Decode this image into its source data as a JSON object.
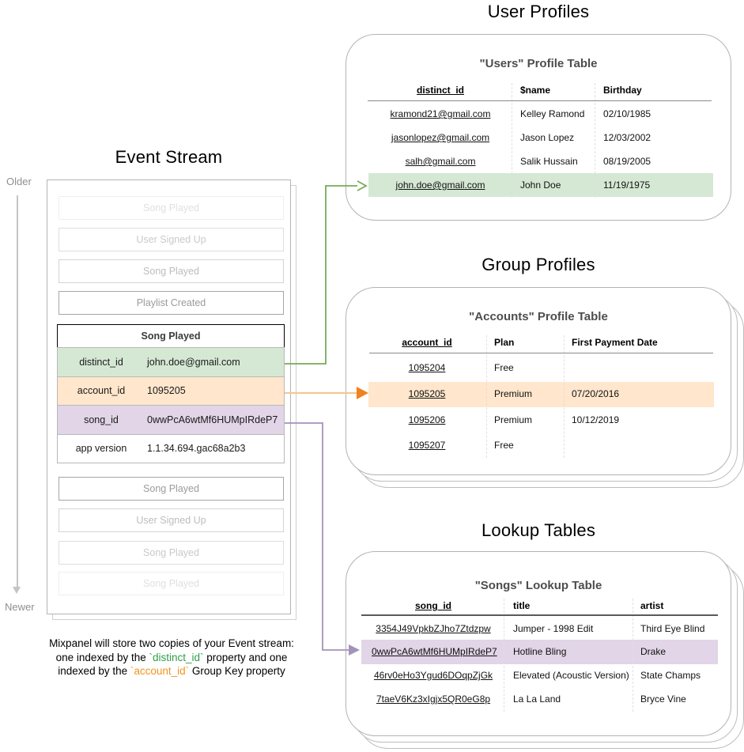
{
  "colors": {
    "green_bg": "#d5e8d4",
    "orange_bg": "#ffe6cc",
    "purple_bg": "#e1d5e7",
    "green_line": "#76ab59",
    "orange_line": "#f3c892",
    "orange_head": "#f08220",
    "purple_line": "#a393b8",
    "caption_green": "#2e9e49",
    "caption_orange": "#f2931e"
  },
  "event_stream": {
    "title": "Event Stream",
    "older_label": "Older",
    "newer_label": "Newer",
    "events_before": [
      "Song Played",
      "User Signed Up",
      "Song Played",
      "Playlist Created"
    ],
    "expanded": {
      "header": "Song Played",
      "rows": [
        {
          "key": "distinct_id",
          "value": "john.doe@gmail.com"
        },
        {
          "key": "account_id",
          "value": "1095205"
        },
        {
          "key": "song_id",
          "value": "0wwPcA6wtMf6HUMpIRdeP7"
        },
        {
          "key": "app version",
          "value": "1.1.34.694.gac68a2b3"
        }
      ]
    },
    "events_after": [
      "Song Played",
      "User Signed Up",
      "Song Played",
      "Song Played"
    ]
  },
  "user_profiles": {
    "section_title": "User Profiles",
    "card_title": "\"Users\" Profile Table",
    "col1": "distinct_id",
    "col2": "$name",
    "col3": "Birthday",
    "rows": [
      {
        "id": "kramond21@gmail.com",
        "name": "Kelley Ramond",
        "birthday": "02/10/1985"
      },
      {
        "id": "jasonlopez@gmail.com",
        "name": "Jason Lopez",
        "birthday": "12/03/2002"
      },
      {
        "id": "salh@gmail.com",
        "name": "Salik Hussain",
        "birthday": "08/19/2005"
      },
      {
        "id": "john.doe@gmail.com",
        "name": "John Doe",
        "birthday": "11/19/1975"
      }
    ]
  },
  "group_profiles": {
    "section_title": "Group Profiles",
    "card_title": "\"Accounts\" Profile Table",
    "col1": "account_id",
    "col2": "Plan",
    "col3": "First Payment Date",
    "rows": [
      {
        "id": "1095204",
        "plan": "Free",
        "first_payment": ""
      },
      {
        "id": "1095205",
        "plan": "Premium",
        "first_payment": "07/20/2016"
      },
      {
        "id": "1095206",
        "plan": "Premium",
        "first_payment": "10/12/2019"
      },
      {
        "id": "1095207",
        "plan": "Free",
        "first_payment": ""
      }
    ]
  },
  "lookup_tables": {
    "section_title": "Lookup Tables",
    "card_title": "\"Songs\" Lookup Table",
    "col1": "song_id",
    "col2": "title",
    "col3": "artist",
    "rows": [
      {
        "id": "3354J49VpkbZJho7Ztdzpw",
        "title": "Jumper - 1998 Edit",
        "artist": "Third Eye Blind"
      },
      {
        "id": "0wwPcA6wtMf6HUMpIRdeP7",
        "title": "Hotline Bling",
        "artist": "Drake"
      },
      {
        "id": "46rv0eHo3Ygud6DOqpZjGk",
        "title": "Elevated (Acoustic Version)",
        "artist": "State Champs"
      },
      {
        "id": "7taeV6Kz3xIgjx5QR0eG8p",
        "title": "La La Land",
        "artist": "Bryce Vine"
      }
    ]
  },
  "caption": {
    "line1": "Mixpanel will store two copies of your Event stream:",
    "line2_pre": "one indexed by the ",
    "line2_code": "`distinct_id`",
    "line2_post": " property and one",
    "line3_pre": "indexed by the ",
    "line3_code": "`account_id`",
    "line3_post": " Group Key property"
  }
}
